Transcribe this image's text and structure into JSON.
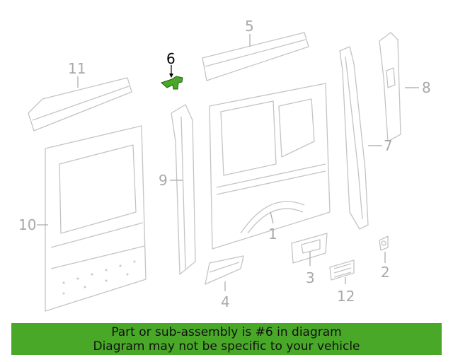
{
  "diagram": {
    "highlight_color": "#4aa829",
    "callouts": [
      {
        "number": "1"
      },
      {
        "number": "2"
      },
      {
        "number": "3"
      },
      {
        "number": "4"
      },
      {
        "number": "5"
      },
      {
        "number": "6"
      },
      {
        "number": "7"
      },
      {
        "number": "8"
      },
      {
        "number": "9"
      },
      {
        "number": "10"
      },
      {
        "number": "11"
      },
      {
        "number": "12"
      }
    ]
  },
  "banner": {
    "line1": "Part or sub-assembly is #6 in diagram",
    "line2": "Diagram may not be specific to your vehicle",
    "color": "#4aa829"
  }
}
